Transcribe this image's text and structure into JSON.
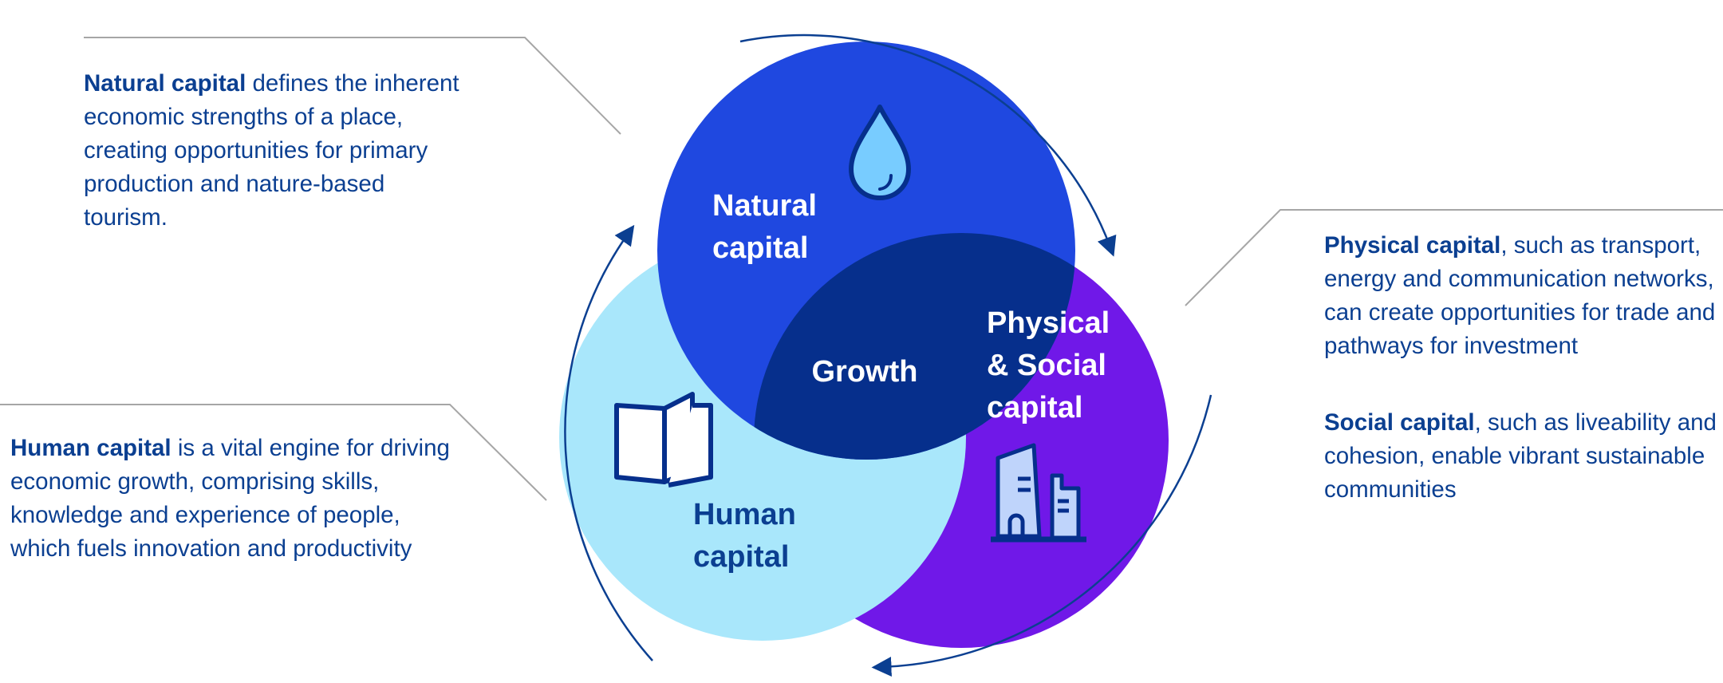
{
  "diagram": {
    "circles": [
      {
        "name": "natural",
        "label_lines": [
          "Natural",
          "capital"
        ],
        "color": "#1f48e0",
        "text_color": "#ffffff",
        "icon": "water-drop-icon"
      },
      {
        "name": "physical-social",
        "label_lines": [
          "Physical",
          "& Social",
          "capital"
        ],
        "color": "#7018e8",
        "text_color": "#ffffff",
        "icon": "buildings-icon"
      },
      {
        "name": "human",
        "label_lines": [
          "Human",
          "capital"
        ],
        "color": "#a9e7fb",
        "text_color": "#0b3f91",
        "icon": "open-book-icon"
      }
    ],
    "center": {
      "label": "Growth",
      "color": "#062f8c",
      "text_color": "#ffffff"
    },
    "arrows_color": "#0b3f91",
    "leader_line_color": "#a6a6a6"
  },
  "descriptions": {
    "natural": {
      "term": "Natural capital",
      "rest": " defines the inherent economic strengths of a place, creating opportunities for primary production and nature-based tourism."
    },
    "human": {
      "term": "Human capital",
      "rest": " is a vital engine for driving economic growth, comprising skills, knowledge and experience of people, which fuels innovation and productivity"
    },
    "physical": {
      "term": "Physical capital",
      "rest": ", such as transport, energy and communication networks, can create opportunities for trade and pathways for investment"
    },
    "social": {
      "term": "Social capital",
      "rest": ", such as liveability and cohesion, enable vibrant sustainable communities"
    }
  }
}
